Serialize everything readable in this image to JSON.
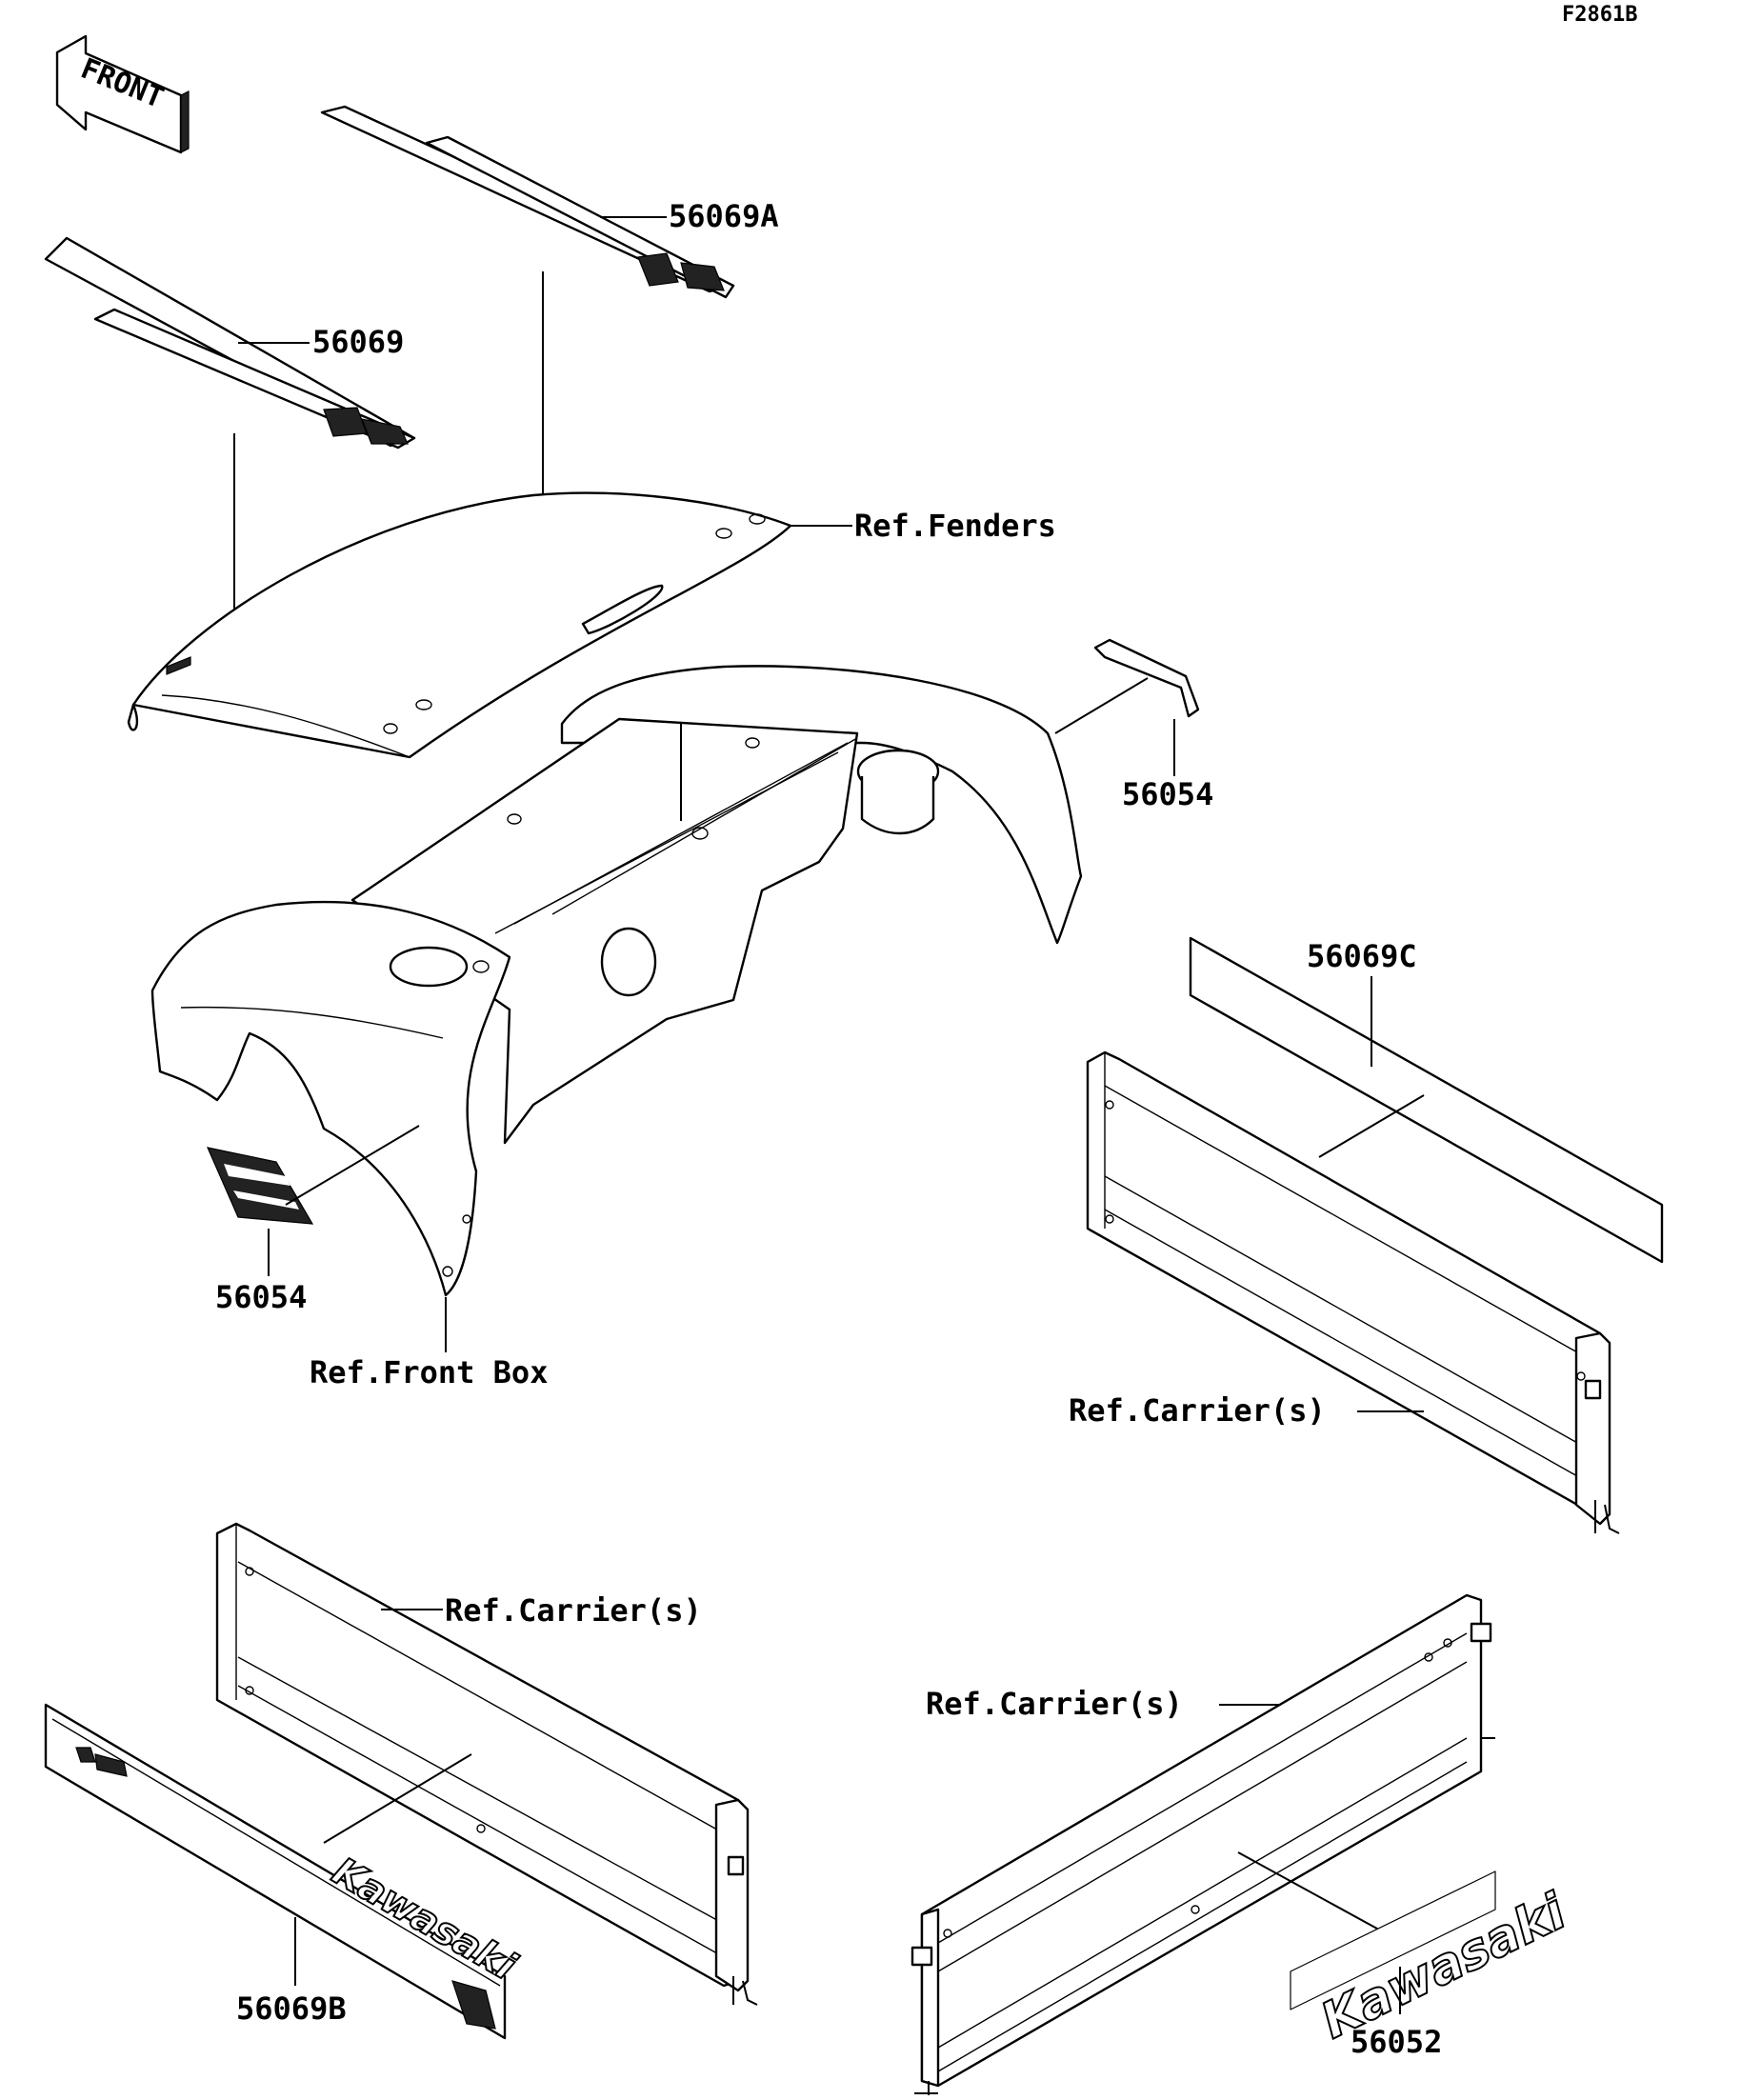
{
  "figure_code": "F2861B",
  "front_arrow_text": "FRONT",
  "labels": {
    "p56069A": "56069A",
    "p56069": "56069",
    "ref_fenders": "Ref.Fenders",
    "p56054_right": "56054",
    "p56069C": "56069C",
    "p56054_left": "56054",
    "ref_front_box": "Ref.Front Box",
    "ref_carrier_1": "Ref.Carrier(s)",
    "ref_carrier_2": "Ref.Carrier(s)",
    "ref_carrier_3": "Ref.Carrier(s)",
    "p56069B": "56069B",
    "p56052": "56052"
  },
  "decal_brand_text": "Kawasaki",
  "decal_brand_text_b": "Kawasaki"
}
